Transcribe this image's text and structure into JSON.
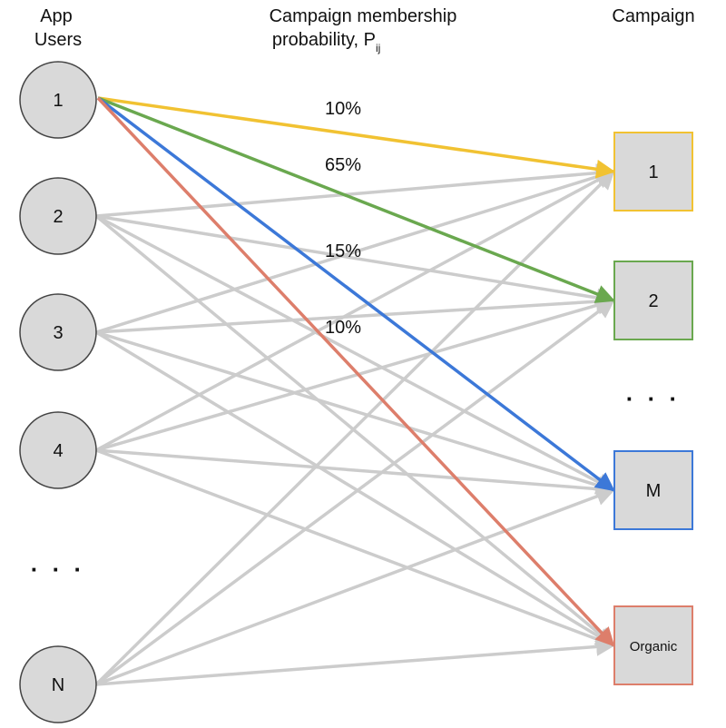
{
  "headers": {
    "users_line1": "App",
    "users_line2": "Users",
    "prob_line1": "Campaign membership",
    "prob_line2": "probability, P",
    "prob_subscript": "ij",
    "campaign": "Campaign"
  },
  "users": [
    {
      "id": "u1",
      "label": "1"
    },
    {
      "id": "u2",
      "label": "2"
    },
    {
      "id": "u3",
      "label": "3"
    },
    {
      "id": "u4",
      "label": "4"
    },
    {
      "id": "uN",
      "label": "N"
    }
  ],
  "users_ellipsis": "· · ·",
  "campaigns": [
    {
      "id": "c1",
      "label": "1",
      "color": "#f1c232"
    },
    {
      "id": "c2",
      "label": "2",
      "color": "#6aa84f"
    },
    {
      "id": "cM",
      "label": "M",
      "color": "#3c78d8"
    },
    {
      "id": "cO",
      "label": "Organic",
      "color": "#dd7e6b"
    }
  ],
  "campaigns_ellipsis": "· · ·",
  "highlighted_edges": [
    {
      "from": "u1",
      "to": "c1",
      "label": "10%",
      "color": "#f1c232"
    },
    {
      "from": "u1",
      "to": "c2",
      "label": "65%",
      "color": "#6aa84f"
    },
    {
      "from": "u1",
      "to": "cM",
      "label": "15%",
      "color": "#3c78d8"
    },
    {
      "from": "u1",
      "to": "cO",
      "label": "10%",
      "color": "#dd7e6b"
    }
  ],
  "gray_edge_color": "#cccccc",
  "node_fill": "#d9d9d9"
}
